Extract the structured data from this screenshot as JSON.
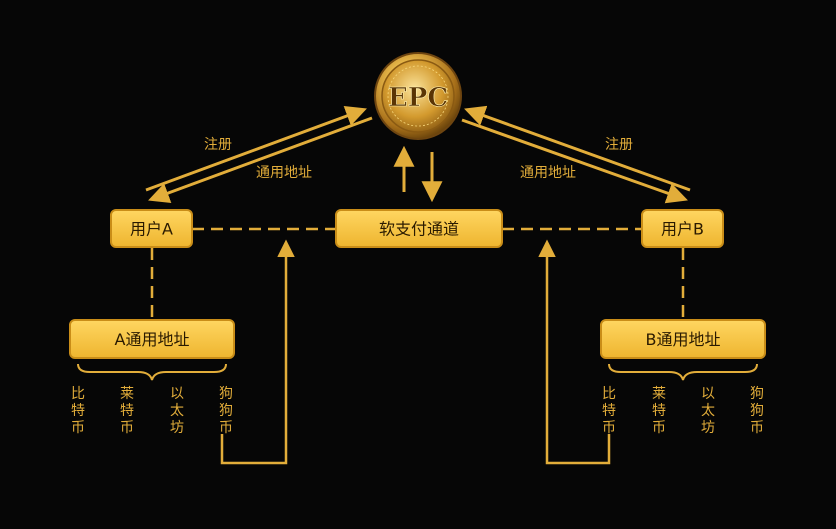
{
  "coin": {
    "label": "EPC"
  },
  "nodes": {
    "user_a": "用户A",
    "user_b": "用户B",
    "channel": "软支付通道",
    "addr_a": "A通用地址",
    "addr_b": "B通用地址"
  },
  "edges": {
    "left_register": "注册",
    "left_address": "通用地址",
    "right_register": "注册",
    "right_address": "通用地址"
  },
  "coins_a": [
    "比特币",
    "莱特币",
    "以太坊",
    "狗狗币"
  ],
  "coins_b": [
    "比特币",
    "莱特币",
    "以太坊",
    "狗狗币"
  ],
  "colors": {
    "background": "#060606",
    "gold": "#e2ad3a",
    "box_fill": "#f5c445",
    "box_border": "#d69a1e",
    "text_dark": "#2a1a00"
  }
}
